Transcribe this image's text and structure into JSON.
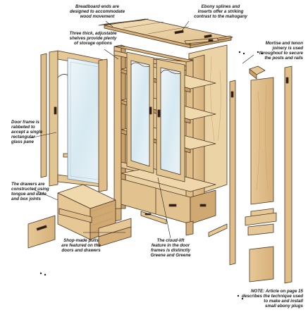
{
  "callouts": {
    "breadboard": "Breadboard ends are\ndesigned to accommodate\nwood movement",
    "ebony_splines": "Ebony splines and\ninserts offer a striking\ncontrast to the mahogany",
    "shelves": "Three thick, adjustable\nshelves provide plenty\nof storage options",
    "mortise": "Mortise and tenon\njoinery is used\nthroughout to secure\nthe posts and rails",
    "door_frame": "Door frame is\nrabbeted to\naccept a single\nrectangular\nglass pane",
    "drawers": "The drawers are\nconstructed using\ntongue and dado\nand box joints",
    "pulls": "Shop-made pulls\nare featured on the\ndoors and drawers",
    "cloud_lift": "The cloud-lift\nfeature in the door\nframes is distinctly\nGreene and Greene",
    "note": "NOTE: Article on page 15\ndescribes the technique used\nto make and install\nsmall ebony plugs"
  },
  "colors": {
    "wood_light": "#f1dcb4",
    "wood_mid": "#e2c390",
    "wood_dark": "#c9a06a",
    "edge": "#4a3520",
    "ebony": "#2b1a10",
    "glass": "#dfeef5"
  }
}
